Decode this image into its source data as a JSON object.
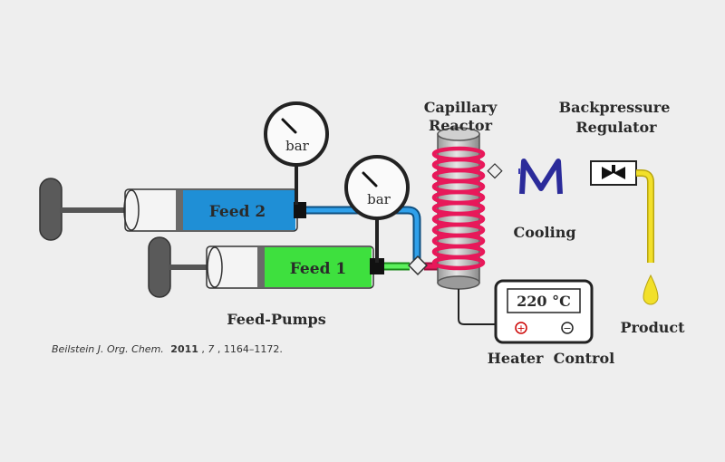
{
  "labels": {
    "capillary_reactor": [
      "Capillary",
      "Reactor"
    ],
    "backpressure_regulator": [
      "Backpressure",
      "Regulator"
    ],
    "feed2": "Feed 2",
    "feed1": "Feed 1",
    "gauge": "bar",
    "cooling": "Cooling",
    "feed_pumps": "Feed-Pumps",
    "heater_display": "220 °C",
    "heater_control": "Heater  Control",
    "product": "Product",
    "plus": "+",
    "minus": "−"
  },
  "citation": {
    "journal": "Beilstein J. Org. Chem.",
    "year": "2011",
    "volume": "7",
    "pages": "1164–1172."
  },
  "colors": {
    "background": "#eeeeee",
    "feed2_liquid": "#1f8fd6",
    "feed1_liquid": "#3ee03e",
    "reactor_coil": "#e8185a",
    "product_line": "#f2e02a",
    "plunger": "#555555",
    "connector": "#111111"
  }
}
